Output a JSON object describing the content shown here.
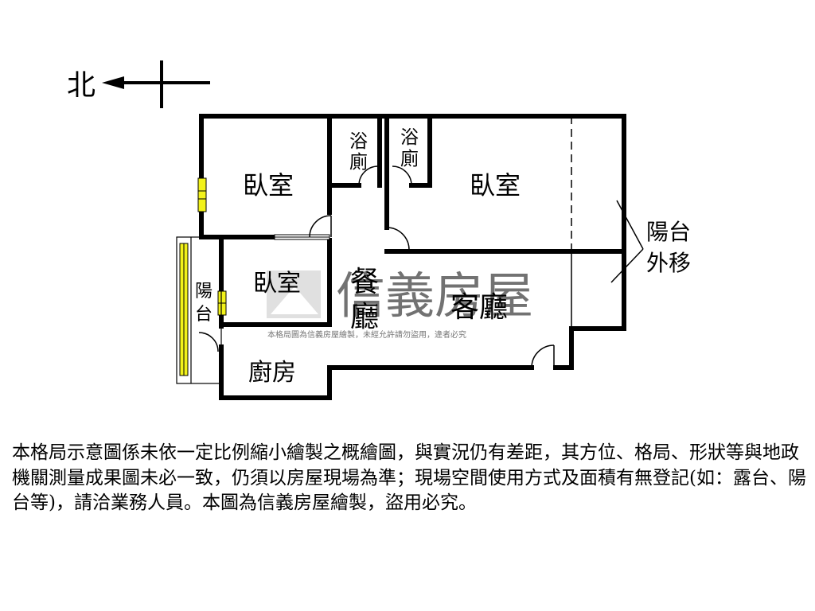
{
  "compass": {
    "north": "北"
  },
  "rooms": {
    "bedroom_top_left": "臥室",
    "bathroom_1_line1": "浴",
    "bathroom_1_line2": "廁",
    "bathroom_2_line1": "浴",
    "bathroom_2_line2": "廁",
    "bedroom_top_right": "臥室",
    "balcony_moved_line1": "陽台",
    "balcony_moved_line2": "外移",
    "bedroom_middle": "臥室",
    "balcony_left_line1": "陽",
    "balcony_left_line2": "台",
    "dining_line1": "餐",
    "dining_line2": "廳",
    "living_room": "客廳",
    "kitchen": "廚房"
  },
  "watermark": {
    "brand": "信義房屋",
    "note": "本格局圖為信義房屋繪製，未經允許請勿盜用，違者必究"
  },
  "disclaimer": "本格局示意圖係未依一定比例縮小繪製之概繪圖，與實況仍有差距，其方位、格局、形狀等與地政機關測量成果圖未必一致，仍須以房屋現場為準；現場空間使用方式及面積有無登記(如：露台、陽台等)，請洽業務人員。本圖為信義房屋繪製，盜用必究。",
  "colors": {
    "window": "#f2f21a",
    "watermark": "#cfcfcf",
    "wall": "#000000"
  }
}
